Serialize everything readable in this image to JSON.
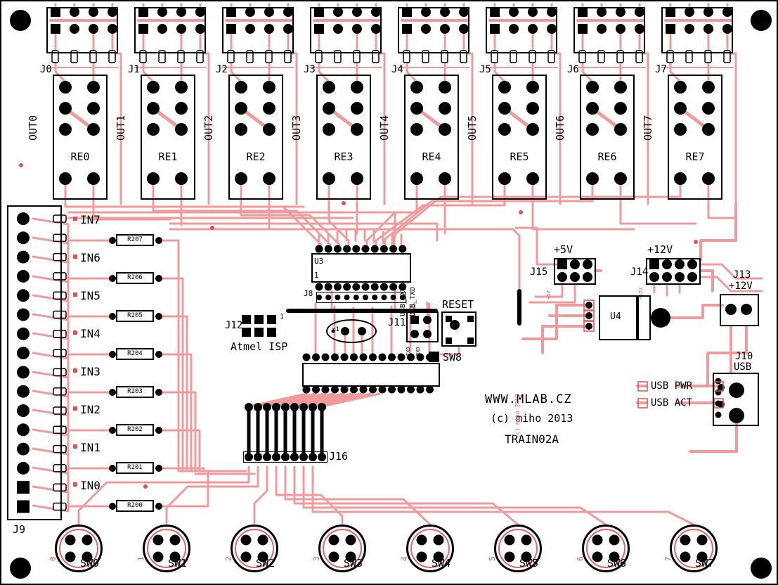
{
  "board": {
    "site": "WWW.MLAB.CZ",
    "copyright": "(c) miho 2013",
    "title": "TRAIN02A",
    "side_note": "(c) miho 2013",
    "colors": {
      "trace": "#f09b9b",
      "silk": "#000000",
      "accent_red": "#e05252",
      "background": "#ffffff"
    }
  },
  "top_connectors": [
    "J0",
    "J1",
    "J2",
    "J3",
    "J4",
    "J5",
    "J6",
    "J7"
  ],
  "relays": [
    "RE0",
    "RE1",
    "RE2",
    "RE3",
    "RE4",
    "RE5",
    "RE6",
    "RE7"
  ],
  "outputs": [
    "OUT0",
    "OUT1",
    "OUT2",
    "OUT3",
    "OUT4",
    "OUT5",
    "OUT6",
    "OUT7"
  ],
  "input_header": "J9",
  "inputs": [
    {
      "label": "IN7",
      "resistor": "R207"
    },
    {
      "label": "IN6",
      "resistor": "R206"
    },
    {
      "label": "IN5",
      "resistor": "R205"
    },
    {
      "label": "IN4",
      "resistor": "R204"
    },
    {
      "label": "IN3",
      "resistor": "R203"
    },
    {
      "label": "IN2",
      "resistor": "R202"
    },
    {
      "label": "IN1",
      "resistor": "R201"
    },
    {
      "label": "IN0",
      "resistor": "R200"
    }
  ],
  "switches": [
    {
      "label": "SW0",
      "num": "0"
    },
    {
      "label": "SW1",
      "num": "1"
    },
    {
      "label": "SW2",
      "num": "2"
    },
    {
      "label": "SW3",
      "num": "3"
    },
    {
      "label": "SW4",
      "num": "4"
    },
    {
      "label": "SW5",
      "num": "5"
    },
    {
      "label": "SW6",
      "num": "6"
    },
    {
      "label": "SW7",
      "num": "7"
    }
  ],
  "center": {
    "u3": "U3",
    "pin1": "1",
    "j8": "J8",
    "usb_rxd": "USB_RXD",
    "usb_txd": "USB_TXD",
    "j12": "J12",
    "j12_pin1": "1",
    "isp": "Atmel ISP",
    "x1": "x1",
    "j11": "J11",
    "txd": "TXD",
    "rxd": "RXD",
    "reset": "RESET",
    "sw8": "SW8",
    "j16": "J16"
  },
  "power": {
    "j15": "J15",
    "v5": "+5V",
    "j14": "J14",
    "v12": "+12V",
    "j13": "J13",
    "j13_v": "+12V",
    "u4": "U4",
    "j10": "J10",
    "usb": "USB",
    "usb_pwr": "USB PWR",
    "usb_act": "USB ACT"
  }
}
